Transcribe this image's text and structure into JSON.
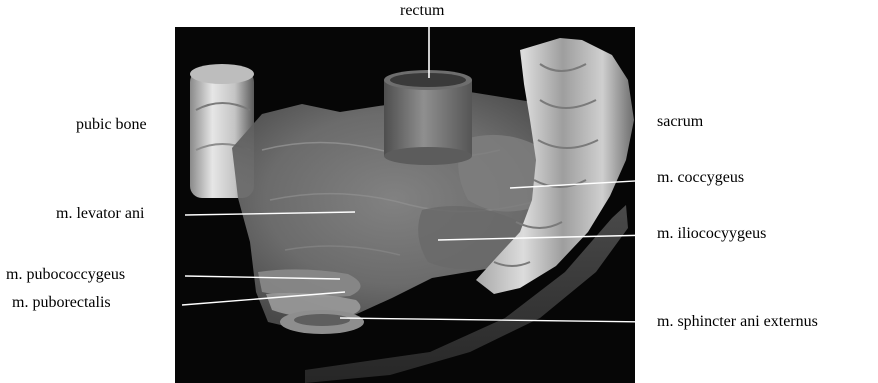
{
  "labels": {
    "rectum": "rectum",
    "pubic_bone": "pubic bone",
    "sacrum": "sacrum",
    "coccygeus": "m. coccygeus",
    "levator_ani": "m. levator ani",
    "iliococcygeus": "m. iliococyygeus",
    "pubococcygeus": "m. pubococcygeus",
    "puborectalis": "m. puborectalis",
    "sphincter_ani_externus": "m. sphincter ani externus"
  }
}
